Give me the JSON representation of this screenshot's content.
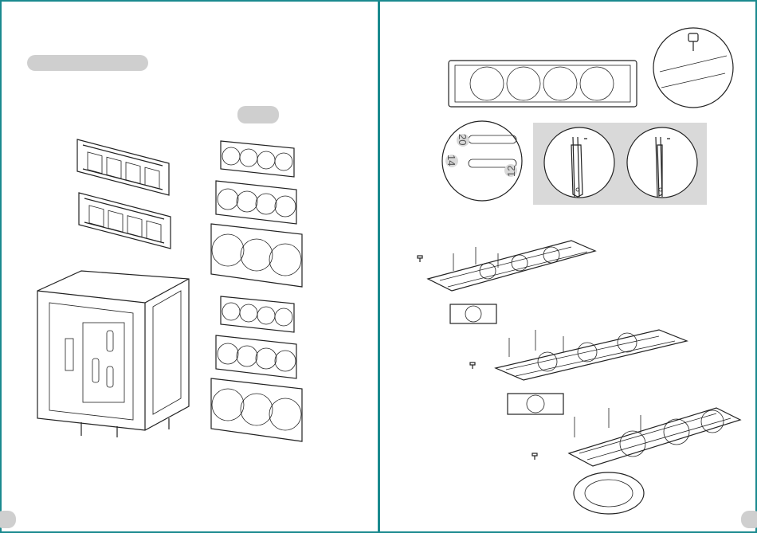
{
  "left_page": {
    "header_pill": "",
    "badge_pill": ""
  },
  "right_page": {
    "zoom_labels": {
      "radiator_20": "20",
      "radiator_14": "14",
      "radiator_12": "12"
    }
  },
  "colors": {
    "border": "#1b8a8f",
    "pill": "#cfcfcf",
    "zoom_panel": "#d9d9d9",
    "line": "#222222"
  },
  "icons": [
    "radiator-bracket-icon",
    "fan-array-icon",
    "case-chassis-icon",
    "thumbscrew-icon",
    "screw-icon",
    "lock-icon"
  ]
}
